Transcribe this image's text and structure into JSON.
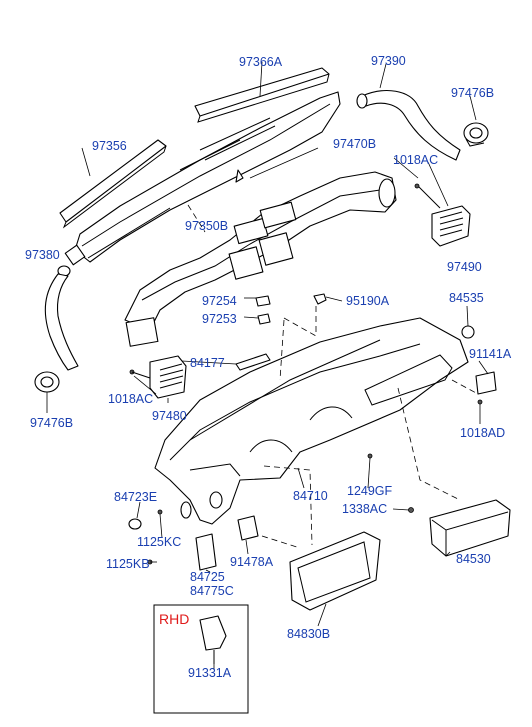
{
  "colors": {
    "label": "#1a3fb0",
    "rhd": "#e01b1b",
    "line": "#000000",
    "background": "#ffffff"
  },
  "rhd_box": {
    "title": "RHD",
    "part": "91331A"
  },
  "parts": {
    "p97366A": "97366A",
    "p97390": "97390",
    "p97476B_top": "97476B",
    "p97356": "97356",
    "p97470B": "97470B",
    "p1018AC_top": "1018AC",
    "p97350B": "97350B",
    "p97380": "97380",
    "p97490": "97490",
    "p97254": "97254",
    "p95190A": "95190A",
    "p84535": "84535",
    "p97253": "97253",
    "p84177": "84177",
    "p91141A": "91141A",
    "p1018AC_left": "1018AC",
    "p97480": "97480",
    "p97476B_bottom": "97476B",
    "p1018AD": "1018AD",
    "p84723E": "84723E",
    "p84710": "84710",
    "p1249GF": "1249GF",
    "p1338AC": "1338AC",
    "p1125KC": "1125KC",
    "p91478A": "91478A",
    "p84530": "84530",
    "p1125KB": "1125KB",
    "p84725": "84725",
    "p84775C": "84775C",
    "p84830B": "84830B"
  }
}
